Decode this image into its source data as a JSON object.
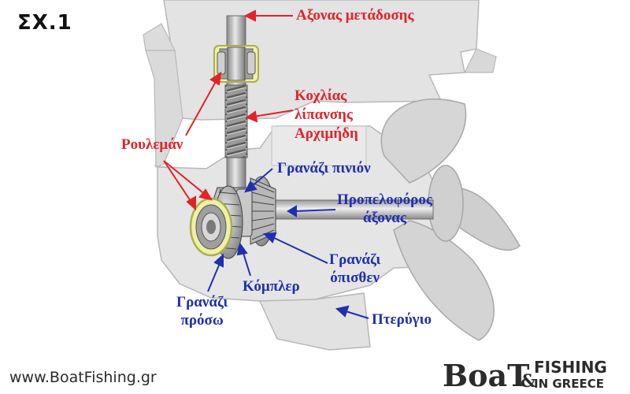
{
  "figure": {
    "number": "ΣΧ.1",
    "website": "www.BoatFishing.gr",
    "logo": {
      "main": "BoaT",
      "ampersand": "&",
      "line1": "FISHING",
      "line2": "IN GREECE"
    }
  },
  "labels": {
    "drive_shaft": "Αξονας μετάδοσης",
    "archimedes_screw": [
      "Κοχλίας",
      "λίπανσης",
      "Αρχιμήδη"
    ],
    "bearings": "Ρουλεμάν",
    "pinion_gear": "Γρανάζι πινιόν",
    "propeller_shaft": [
      "Προπελοφόρος",
      "άξονας"
    ],
    "reverse_gear": [
      "Γρανάζι",
      "όπισθεν"
    ],
    "clutch": "Κόμπλερ",
    "forward_gear": [
      "Γρανάζι",
      "πρόσω"
    ],
    "fin": "Πτερύγιο"
  },
  "colors": {
    "red_label": "#e2232a",
    "blue_label": "#1f2fb0",
    "housing": "#e4e4e4",
    "bearing_highlight": "#eef0a8",
    "logo_dark": "#2b2b2b"
  }
}
